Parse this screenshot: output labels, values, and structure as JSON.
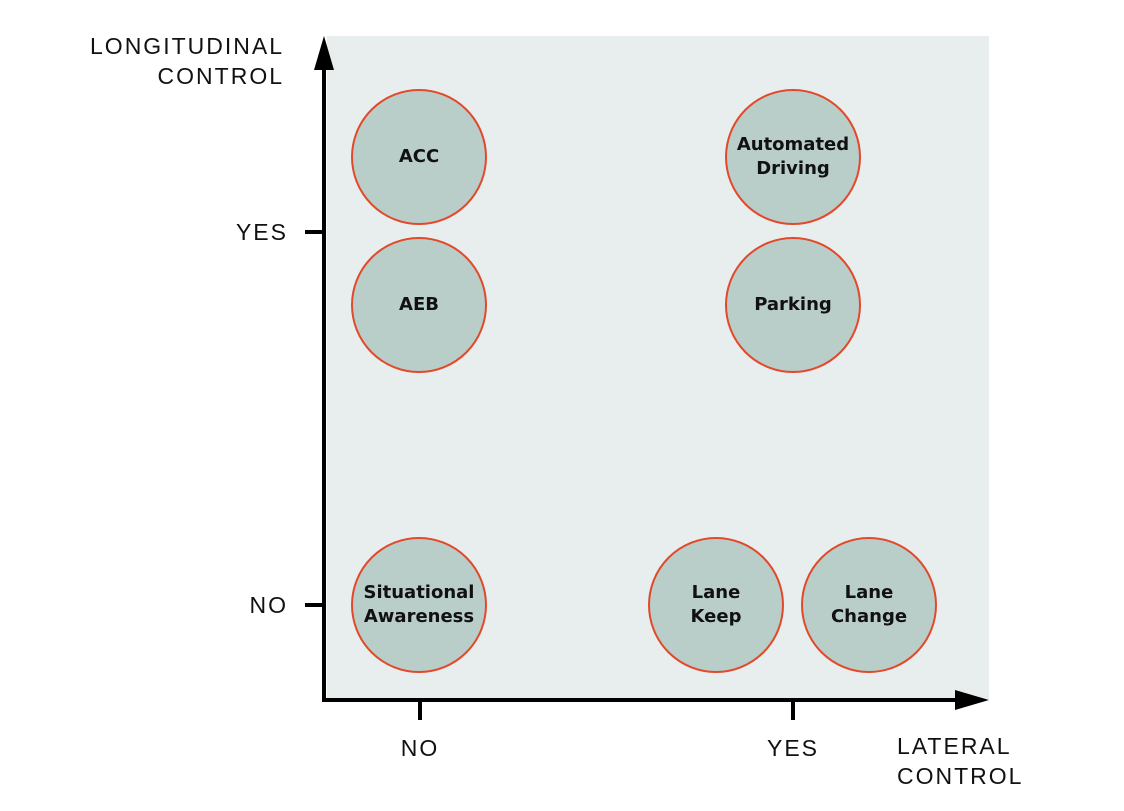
{
  "axes": {
    "y_title_line1": "LONGITUDINAL",
    "y_title_line2": "CONTROL",
    "x_title_line1": "LATERAL",
    "x_title_line2": "CONTROL",
    "y_ticks": [
      "YES",
      "NO"
    ],
    "x_ticks": [
      "NO",
      "YES"
    ]
  },
  "colors": {
    "plot_background": "#e8eeee",
    "circle_fill": "#b9cdc9",
    "circle_border": "#e2492a",
    "axis": "#000000"
  },
  "features": [
    {
      "label": "ACC",
      "lateral": "NO",
      "longitudinal": "YES"
    },
    {
      "label": "AEB",
      "lateral": "NO",
      "longitudinal": "YES"
    },
    {
      "label": "Situational\nAwareness",
      "lateral": "NO",
      "longitudinal": "NO"
    },
    {
      "label": "Automated\nDriving",
      "lateral": "YES",
      "longitudinal": "YES"
    },
    {
      "label": "Parking",
      "lateral": "YES",
      "longitudinal": "YES"
    },
    {
      "label": "Lane\nKeep",
      "lateral": "YES",
      "longitudinal": "NO"
    },
    {
      "label": "Lane\nChange",
      "lateral": "YES",
      "longitudinal": "NO"
    }
  ]
}
